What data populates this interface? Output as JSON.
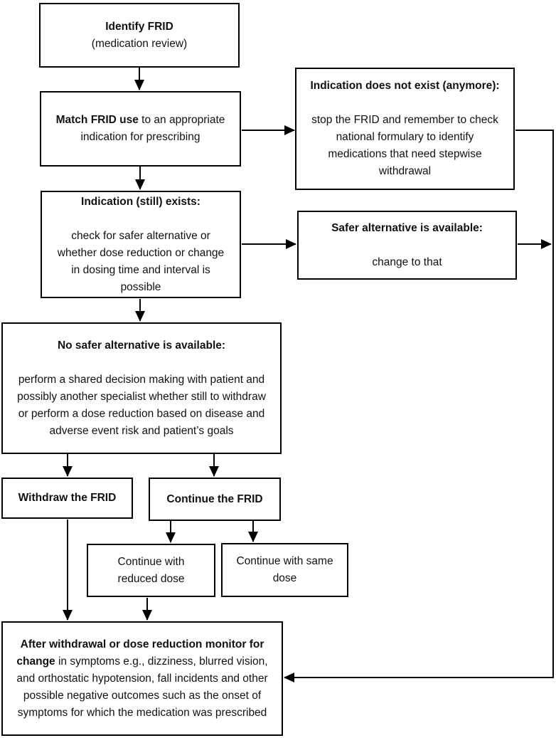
{
  "boxes": {
    "identify": {
      "title": "Identify FRID",
      "body": "(medication review)"
    },
    "match": {
      "bold": "Match FRID use",
      "rest": " to an appropriate indication for prescribing"
    },
    "no_indication": {
      "title": "Indication does not exist (anymore):",
      "body": "stop the FRID and remember to check national formulary to identify medications that need stepwise withdrawal"
    },
    "indication_exists": {
      "title": "Indication (still) exists:",
      "body": "check for safer alternative or whether dose reduction or change in dosing time and interval is possible"
    },
    "safer_available": {
      "title": "Safer alternative is available:",
      "body": "change to that"
    },
    "no_safer": {
      "title": "No safer alternative is available:",
      "body": "perform a shared decision making with patient and possibly another specialist whether still to withdraw or perform a dose reduction based on disease and adverse event risk and patient’s goals"
    },
    "withdraw": {
      "title": "Withdraw the FRID"
    },
    "continue_frid": {
      "title": "Continue the FRID"
    },
    "reduced_dose": {
      "body": "Continue with reduced dose"
    },
    "same_dose": {
      "body": "Continue with same dose"
    },
    "monitor": {
      "bold": "After withdrawal or dose reduction monitor for change",
      "rest": " in symptoms e.g., dizziness, blurred vision, and orthostatic hypotension, fall incidents and other possible negative outcomes such as the onset of symptoms for which the medication was prescribed"
    }
  },
  "colors": {
    "line": "#000000",
    "box_border": "#000000",
    "background": "#ffffff",
    "text": "#111111"
  }
}
